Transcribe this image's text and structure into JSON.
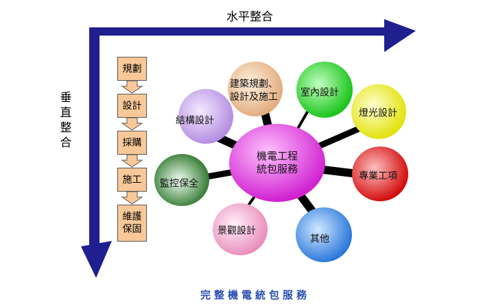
{
  "axes": {
    "horizontal": "水平整合",
    "vertical": "垂直整合"
  },
  "steps": [
    "規劃",
    "設計",
    "採購",
    "施工",
    "維護保固"
  ],
  "hub": {
    "line1": "機電工程",
    "line2": "統包服務",
    "color": "#e040e0"
  },
  "bubbles": [
    {
      "line1": "建築規劃、",
      "line2": "設計及施工",
      "color": "#f5c49a"
    },
    {
      "line1": "室內設計",
      "color": "#22dd22"
    },
    {
      "line1": "燈光設計",
      "color": "#f0f020"
    },
    {
      "line1": "專業工項",
      "color": "#e81818"
    },
    {
      "line1": "其他",
      "color": "#3a8ee8"
    },
    {
      "line1": "景觀設計",
      "color": "#f4a0c8"
    },
    {
      "line1": "監控保全",
      "color": "#1a7a1a"
    },
    {
      "line1": "結構設計",
      "color": "#c8a0ee"
    }
  ],
  "footer": "完整機電統包服務",
  "colors": {
    "arrow": "#1f1f8f"
  }
}
